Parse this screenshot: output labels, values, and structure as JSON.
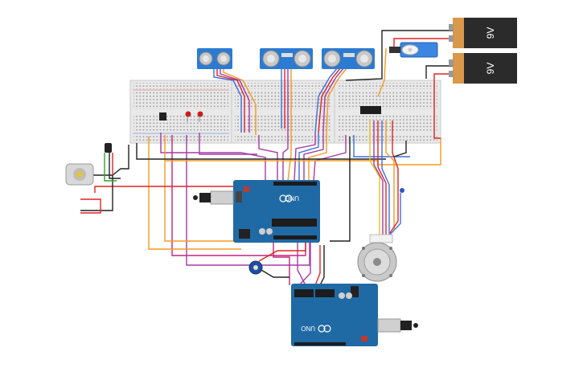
{
  "batteries": [
    {
      "label": "9V"
    },
    {
      "label": "9V"
    }
  ],
  "arduinos": [
    {
      "label": "UNO"
    },
    {
      "label": "UNO"
    }
  ],
  "colors": {
    "breadboard": "#e9e9e9",
    "arduino": "#1f6aa5",
    "sensor": "#2b7bd2",
    "battery_top": "#d9984a",
    "battery_body": "#2b2b2b",
    "wire_red": "#e02424",
    "wire_black": "#222222",
    "wire_orange": "#f39a1e",
    "wire_purple": "#a53aa5",
    "wire_blue": "#3b6fe0",
    "wire_green": "#2aa52a",
    "wire_yellow": "#e3c51a",
    "wire_magenta": "#c2257a"
  },
  "icons": [
    "ultrasonic-sensor-icon",
    "servo-icon",
    "dc-motor-icon",
    "stepper-motor-icon",
    "potentiometer-icon",
    "led-icon",
    "ic-chip-icon",
    "usb-connector-icon"
  ]
}
